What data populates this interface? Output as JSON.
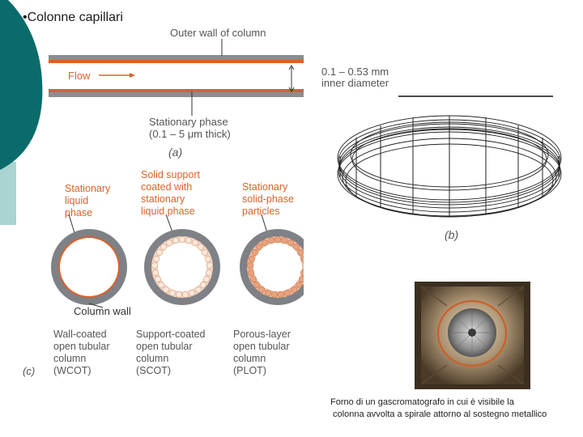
{
  "slide": {
    "title": "•Colonne capillari",
    "theme_colors": {
      "teal": "#0b6b6b",
      "light_teal": "#a9d4d2",
      "orange": "#d9622b",
      "gray": "#8a8d91"
    }
  },
  "diagram_a": {
    "outer_wall_label": "Outer wall of column",
    "flow_label": "Flow",
    "diameter_label_line1": "0.1 – 0.53 mm",
    "diameter_label_line2": "inner diameter",
    "stationary_label_line1": "Stationary phase",
    "stationary_label_line2": "(0.1 – 5 μm thick)",
    "panel_label": "(a)"
  },
  "diagram_b": {
    "panel_label": "(b)"
  },
  "diagram_c": {
    "panel_label": "(c)",
    "column_wall_label": "Column wall",
    "columns": [
      {
        "top_label": [
          "Stationary",
          "liquid",
          "phase"
        ],
        "bottom_label": [
          "Wall-coated",
          "open tubular",
          "column",
          "(WCOT)"
        ]
      },
      {
        "top_label": [
          "Solid support",
          "coated with",
          "stationary",
          "liquid phase"
        ],
        "bottom_label": [
          "Support-coated",
          "open tubular",
          "column",
          "(SCOT)"
        ]
      },
      {
        "top_label": [
          "Stationary",
          "solid-phase",
          "particles"
        ],
        "bottom_label": [
          "Porous-layer",
          "open tubular",
          "column",
          "(PLOT)"
        ]
      }
    ]
  },
  "photo": {
    "caption_line1": "Forno di un gascromatografo in cui è visibile la",
    "caption_line2": " colonna avvolta a spirale attorno al sostegno metallico"
  }
}
